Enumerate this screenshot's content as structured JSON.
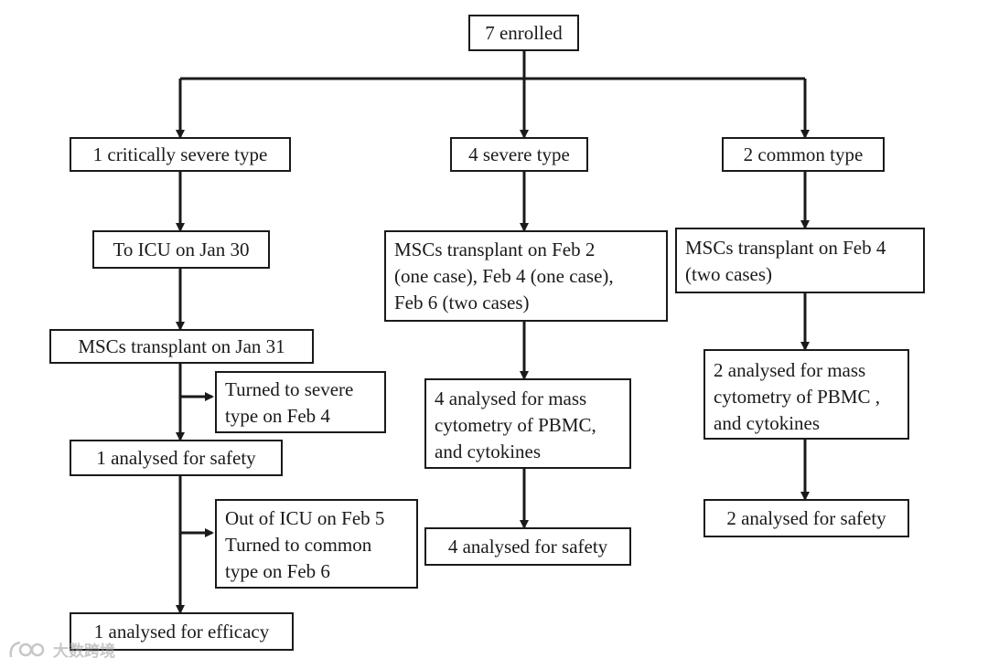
{
  "flowchart": {
    "enrolled": "7 enrolled",
    "branches": {
      "critical": {
        "type_label": "1 critically severe type",
        "icu_in": "To ICU on Jan 30",
        "transplant": "MSCs transplant on Jan 31",
        "note_severe": [
          "Turned to severe",
          "type on Feb 4"
        ],
        "safety": "1 analysed for safety",
        "note_common": [
          "Out of ICU on Feb 5",
          "Turned to common",
          "type on Feb 6"
        ],
        "efficacy": "1 analysed for efficacy"
      },
      "severe": {
        "type_label": "4 severe type",
        "transplant": [
          "MSCs transplant on Feb 2",
          "(one case), Feb 4 (one case),",
          "Feb 6 (two cases)"
        ],
        "cytometry": [
          "4 analysed for mass",
          "cytometry of PBMC,",
          "and cytokines"
        ],
        "safety": "4 analysed for safety"
      },
      "common": {
        "type_label": "2 common type",
        "transplant": [
          "MSCs transplant on Feb 4",
          "(two cases)"
        ],
        "cytometry": [
          "2 analysed for mass",
          "cytometry of PBMC ,",
          "and cytokines"
        ],
        "safety": "2 analysed for safety"
      }
    }
  },
  "watermark": {
    "text": "大数跨境",
    "icon": "brand-logo-icon"
  },
  "colors": {
    "line": "#1a1a1a",
    "background": "#ffffff",
    "watermark": "#9a9a9a"
  }
}
